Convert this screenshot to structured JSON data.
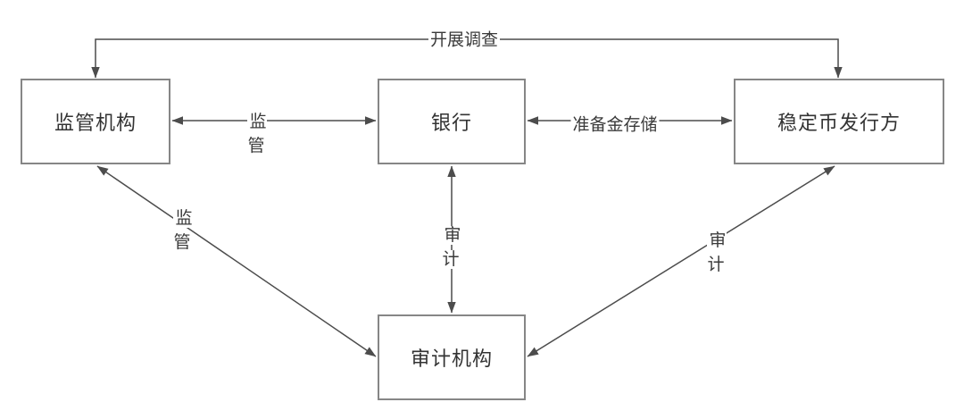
{
  "diagram": {
    "title": "",
    "nodes": [
      {
        "id": "regulator",
        "label": "监管机构"
      },
      {
        "id": "bank",
        "label": "银行"
      },
      {
        "id": "issuer",
        "label": "稳定币发行方"
      },
      {
        "id": "auditor",
        "label": "审计机构"
      }
    ],
    "edges": [
      {
        "id": "investigation",
        "from": "regulator",
        "to": "issuer",
        "label": "开展调查",
        "direction": "bidirectional",
        "shape": "elbow-over-top"
      },
      {
        "id": "supervision-bank",
        "from": "regulator",
        "to": "bank",
        "label": "监管",
        "direction": "bidirectional",
        "shape": "horizontal"
      },
      {
        "id": "reserve-storage",
        "from": "bank",
        "to": "issuer",
        "label": "准备金存储",
        "direction": "bidirectional",
        "shape": "horizontal"
      },
      {
        "id": "audit-bank",
        "from": "bank",
        "to": "auditor",
        "label": "审计",
        "direction": "bidirectional",
        "shape": "vertical"
      },
      {
        "id": "supervision-auditor",
        "from": "regulator",
        "to": "auditor",
        "label": "监管",
        "direction": "bidirectional",
        "shape": "diagonal"
      },
      {
        "id": "audit-issuer",
        "from": "auditor",
        "to": "issuer",
        "label": "审计",
        "direction": "bidirectional",
        "shape": "diagonal"
      }
    ],
    "colors": {
      "line": "#4c4c4c",
      "box_border": "#868686",
      "box_fill": "#ffffff",
      "text": "#333333",
      "background": "#ffffff"
    }
  }
}
